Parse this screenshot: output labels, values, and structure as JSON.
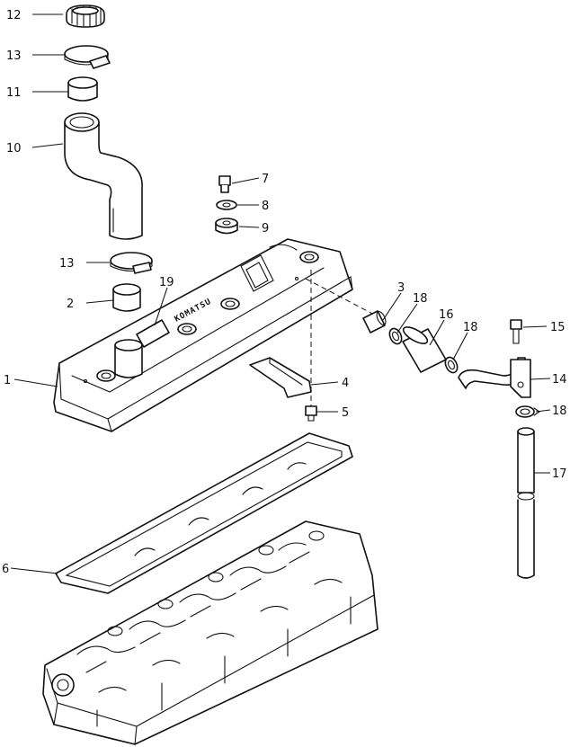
{
  "part_labels": [
    "12",
    "13",
    "11",
    "10",
    "7",
    "8",
    "9",
    "13",
    "2",
    "19",
    "3",
    "18",
    "16",
    "18",
    "15",
    "1",
    "4",
    "14",
    "5",
    "18",
    "17",
    "6"
  ],
  "cover_embossing": "KOMATSU",
  "colors": {
    "line": "#111111",
    "background": "#ffffff"
  }
}
